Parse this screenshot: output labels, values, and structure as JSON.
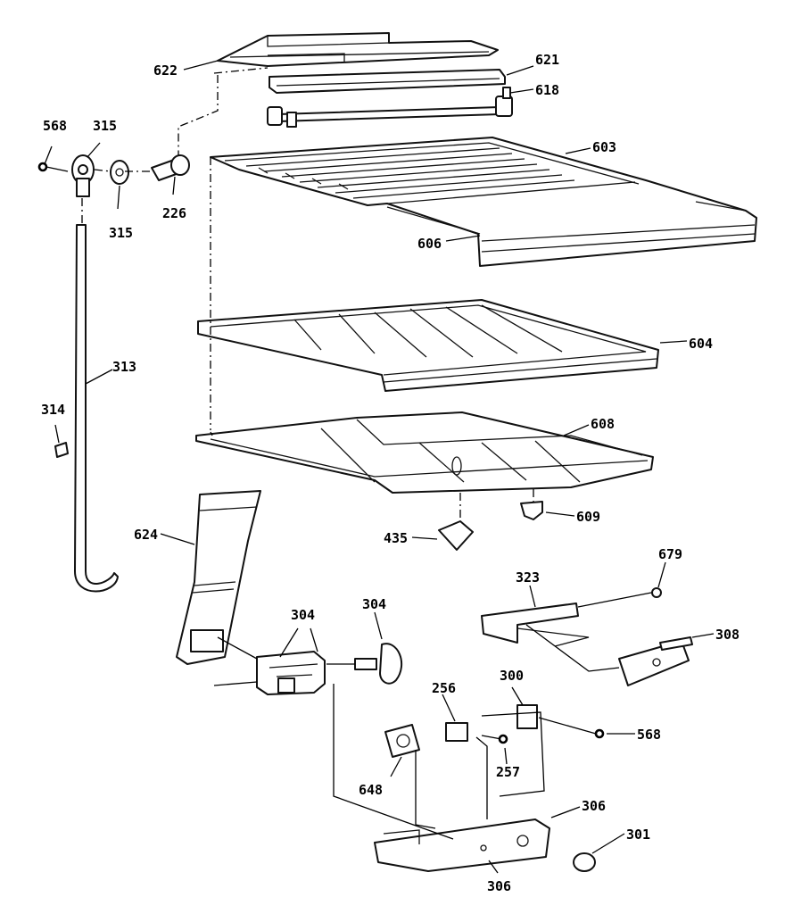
{
  "diagram": {
    "callouts": [
      {
        "id": "622",
        "text": "622"
      },
      {
        "id": "621",
        "text": "621"
      },
      {
        "id": "618",
        "text": "618"
      },
      {
        "id": "568a",
        "text": "568"
      },
      {
        "id": "315a",
        "text": "315"
      },
      {
        "id": "315b",
        "text": "315"
      },
      {
        "id": "226",
        "text": "226"
      },
      {
        "id": "603",
        "text": "603"
      },
      {
        "id": "606",
        "text": "606"
      },
      {
        "id": "313",
        "text": "313"
      },
      {
        "id": "604",
        "text": "604"
      },
      {
        "id": "314",
        "text": "314"
      },
      {
        "id": "608",
        "text": "608"
      },
      {
        "id": "624",
        "text": "624"
      },
      {
        "id": "435",
        "text": "435"
      },
      {
        "id": "609",
        "text": "609"
      },
      {
        "id": "679",
        "text": "679"
      },
      {
        "id": "323",
        "text": "323"
      },
      {
        "id": "304a",
        "text": "304"
      },
      {
        "id": "304b",
        "text": "304"
      },
      {
        "id": "308",
        "text": "308"
      },
      {
        "id": "256",
        "text": "256"
      },
      {
        "id": "300",
        "text": "300"
      },
      {
        "id": "568b",
        "text": "568"
      },
      {
        "id": "257",
        "text": "257"
      },
      {
        "id": "648",
        "text": "648"
      },
      {
        "id": "306a",
        "text": "306"
      },
      {
        "id": "301",
        "text": "301"
      },
      {
        "id": "306b",
        "text": "306"
      }
    ]
  }
}
